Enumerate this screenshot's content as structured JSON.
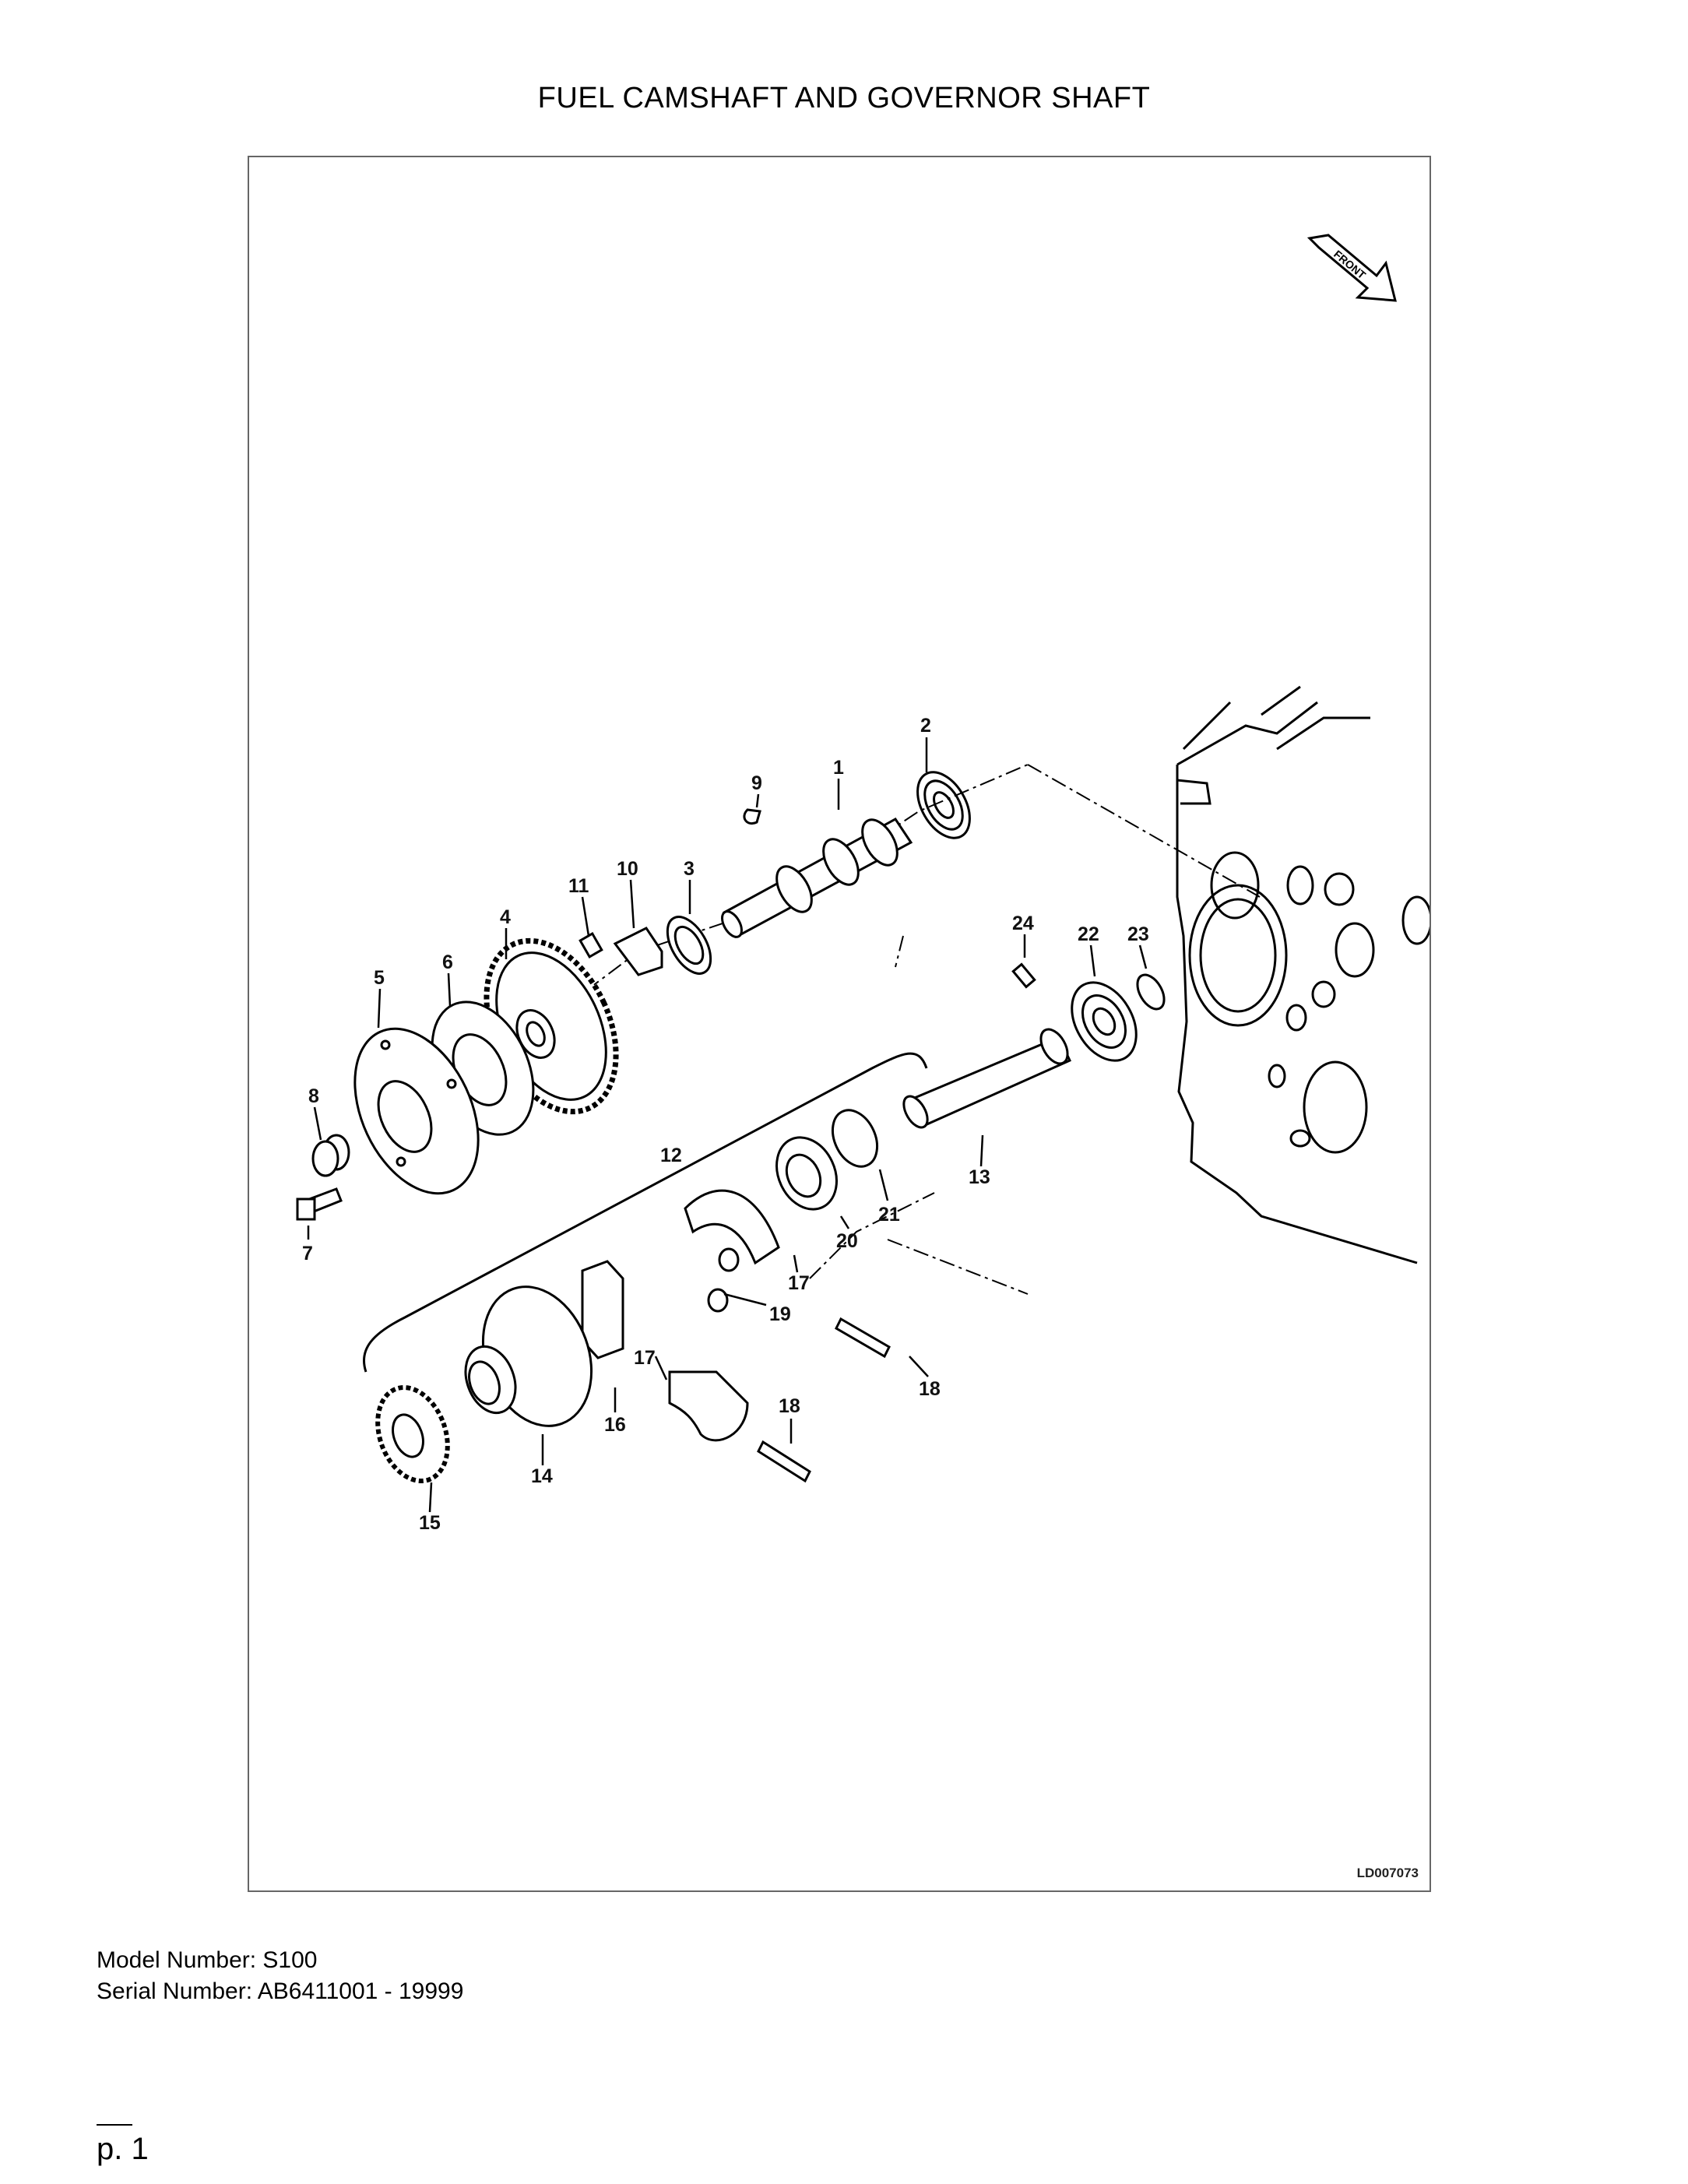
{
  "title": "FUEL CAMSHAFT AND GOVERNOR SHAFT",
  "diagram": {
    "figure_code": "LD007073",
    "front_arrow_label": "FRONT",
    "callouts": {
      "c1": "1",
      "c2": "2",
      "c3": "3",
      "c4": "4",
      "c5": "5",
      "c6": "6",
      "c7": "7",
      "c8": "8",
      "c9": "9",
      "c10": "10",
      "c11": "11",
      "c12": "12",
      "c13": "13",
      "c14": "14",
      "c15": "15",
      "c16": "16",
      "c17a": "17",
      "c17b": "17",
      "c18a": "18",
      "c18b": "18",
      "c19": "19",
      "c20": "20",
      "c21": "21",
      "c22": "22",
      "c23": "23",
      "c24": "24"
    }
  },
  "model_number": "Model Number: S100",
  "serial_number": "Serial Number: AB6411001 - 19999",
  "page": "p. 1"
}
